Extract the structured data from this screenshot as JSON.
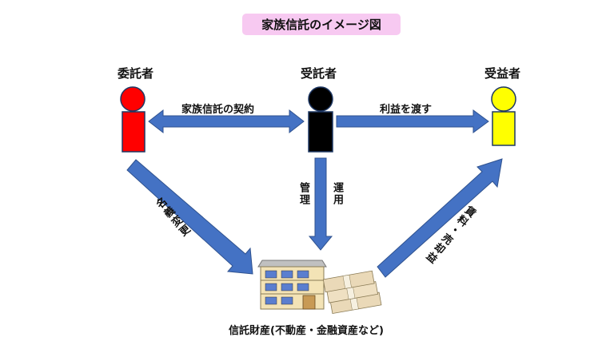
{
  "title": "家族信託のイメージ図",
  "roles": {
    "settlor": "委託者",
    "trustee": "受託者",
    "beneficiary": "受益者"
  },
  "arrows": {
    "contract": "家族信託の契約",
    "benefit": "利益を渡す",
    "manage": "管理",
    "operate": "運用",
    "transfer": "名義変更",
    "rent": "賃料・売却益"
  },
  "asset_caption": "信託財産(不動産・金融資産など)",
  "colors": {
    "settlor": "#ff0000",
    "trustee": "#000000",
    "beneficiary": "#ffff00",
    "arrow": "#4472c4",
    "title_bg": "#f7c9f1"
  },
  "icons": [
    "person-icon",
    "apartment-building-icon",
    "money-bundle-icon"
  ]
}
